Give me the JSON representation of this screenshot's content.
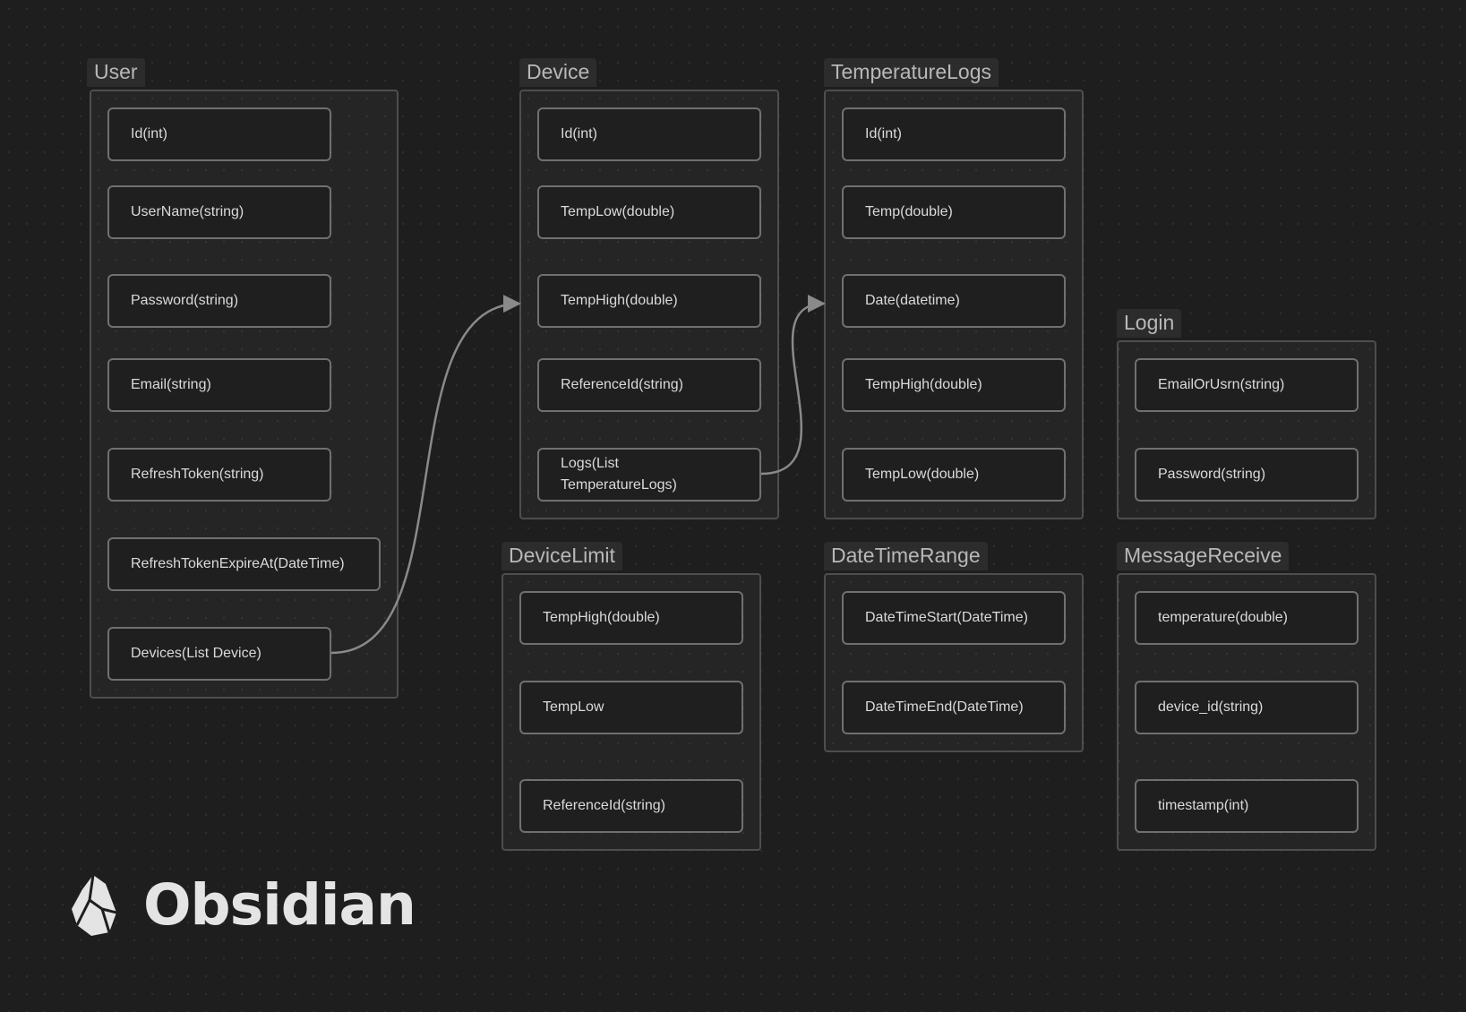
{
  "groups": {
    "user": {
      "title": "User",
      "fields": [
        "Id(int)",
        "UserName(string)",
        "Password(string)",
        "Email(string)",
        "RefreshToken(string)",
        "RefreshTokenExpireAt(DateTime)",
        "Devices(List Device)"
      ]
    },
    "device": {
      "title": "Device",
      "fields": [
        "Id(int)",
        "TempLow(double)",
        "TempHigh(double)",
        "ReferenceId(string)",
        "Logs(List TemperatureLogs)"
      ]
    },
    "temperature_logs": {
      "title": "TemperatureLogs",
      "fields": [
        "Id(int)",
        "Temp(double)",
        "Date(datetime)",
        "TempHigh(double)",
        "TempLow(double)"
      ]
    },
    "login": {
      "title": "Login",
      "fields": [
        "EmailOrUsrn(string)",
        "Password(string)"
      ]
    },
    "device_limit": {
      "title": "DeviceLimit",
      "fields": [
        "TempHigh(double)",
        "TempLow",
        "ReferenceId(string)"
      ]
    },
    "date_time_range": {
      "title": "DateTimeRange",
      "fields": [
        "DateTimeStart(DateTime)",
        "DateTimeEnd(DateTime)"
      ]
    },
    "message_receive": {
      "title": "MessageReceive",
      "fields": [
        "temperature(double)",
        "device_id(string)",
        "timestamp(int)"
      ]
    }
  },
  "edges": [
    {
      "from": "User.Devices(List Device)",
      "to": "Device"
    },
    {
      "from": "Device.Logs(List TemperatureLogs)",
      "to": "TemperatureLogs"
    }
  ],
  "logo": {
    "text": "Obsidian",
    "icon": "obsidian-logo-icon"
  },
  "colors": {
    "background": "#1e1e1e",
    "group_border": "#4e4e4e",
    "node_border": "#707070",
    "edge": "#8a8a8a",
    "text": "#dadada"
  }
}
